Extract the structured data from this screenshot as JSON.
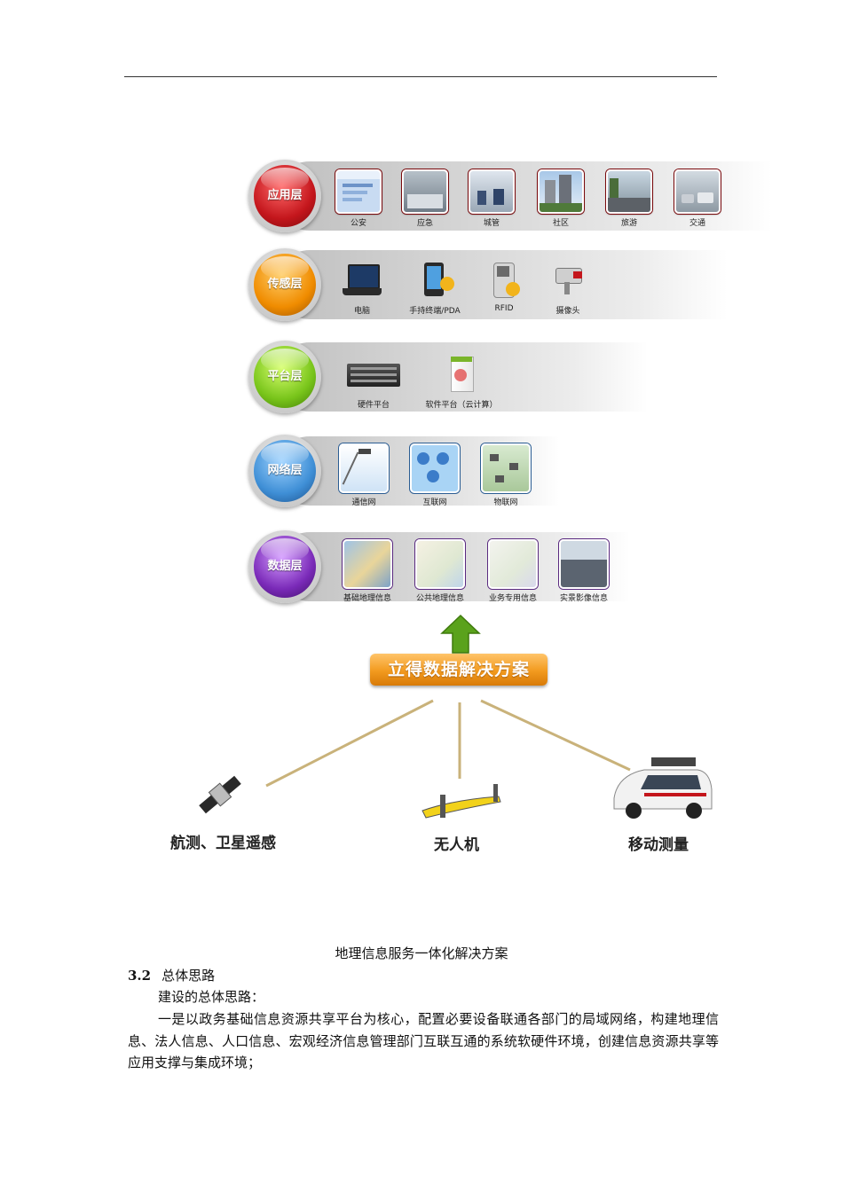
{
  "figure": {
    "layers": [
      {
        "name": "应用层",
        "color": "red",
        "items": [
          "公安",
          "应急",
          "城管",
          "社区",
          "旅游",
          "交通"
        ]
      },
      {
        "name": "传感层",
        "color": "orange",
        "items": [
          "电脑",
          "手持终端/PDA",
          "RFID",
          "摄像头"
        ]
      },
      {
        "name": "平台层",
        "color": "green",
        "items": [
          "硬件平台",
          "软件平台（云计算）"
        ]
      },
      {
        "name": "网络层",
        "color": "blue",
        "items": [
          "通信网",
          "互联网",
          "物联网"
        ]
      },
      {
        "name": "数据层",
        "color": "purple",
        "items": [
          "基础地理信息",
          "公共地理信息",
          "业务专用信息",
          "实景影像信息"
        ]
      }
    ],
    "banner": "立得数据解决方案",
    "sources": [
      "航测、卫星遥感",
      "无人机",
      "移动测量"
    ]
  },
  "caption": "地理信息服务一体化解决方案",
  "section": {
    "number": "3.2",
    "title": "总体思路"
  },
  "paragraphs": [
    "建设的总体思路：",
    "一是以政务基础信息资源共享平台为核心，配置必要设备联通各部门的局域网络，构建地理信息、法人信息、人口信息、宏观经济信息管理部门互联互通的系统软硬件环境，创建信息资源共享等应用支撑与集成环境；"
  ]
}
